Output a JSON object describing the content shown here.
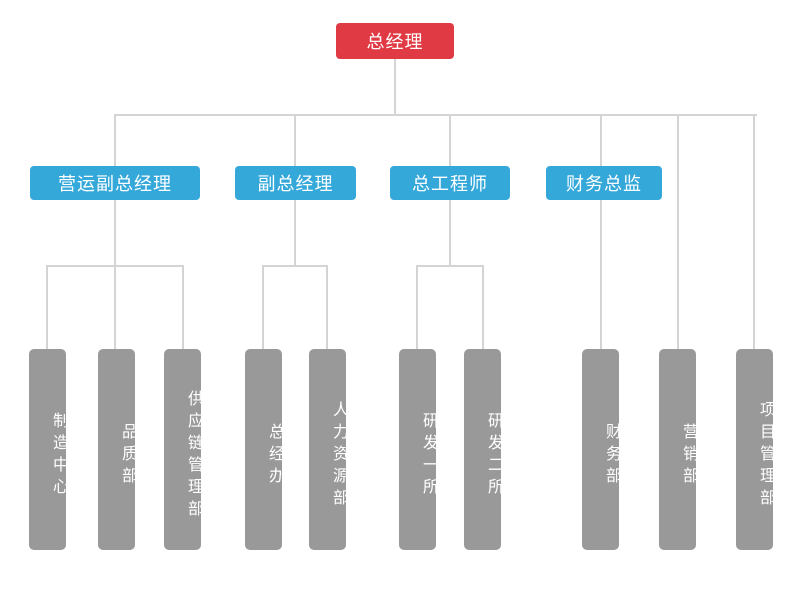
{
  "chart": {
    "title": "org-chart",
    "root": {
      "label": "总经理"
    },
    "managers": [
      {
        "label": "营运副总经理"
      },
      {
        "label": "副总经理"
      },
      {
        "label": "总工程师"
      },
      {
        "label": "财务总监"
      }
    ],
    "departments": [
      {
        "label": "制造中心"
      },
      {
        "label": "品质部"
      },
      {
        "label": "供应链管理部"
      },
      {
        "label": "总经办"
      },
      {
        "label": "人力资源部"
      },
      {
        "label": "研发一所"
      },
      {
        "label": "研发二所"
      },
      {
        "label": "财务部"
      },
      {
        "label": "营销部"
      },
      {
        "label": "项目管理部"
      }
    ],
    "structure": {
      "root": "总经理",
      "branches": [
        {
          "manager": "营运副总经理",
          "departments": [
            "制造中心",
            "品质部",
            "供应链管理部"
          ]
        },
        {
          "manager": "副总经理",
          "departments": [
            "总经办",
            "人力资源部"
          ]
        },
        {
          "manager": "总工程师",
          "departments": [
            "研发一所",
            "研发二所"
          ]
        },
        {
          "manager": "财务总监",
          "departments": [
            "财务部"
          ]
        }
      ],
      "departments_linked_to_root_bus": [
        "营销部",
        "项目管理部"
      ]
    },
    "colors": {
      "root_box": "#e03b44",
      "manager_box": "#35a8da",
      "department_box": "#999999",
      "connector_line": "#d4d4d4",
      "text": "#ffffff",
      "background": "#ffffff"
    }
  }
}
